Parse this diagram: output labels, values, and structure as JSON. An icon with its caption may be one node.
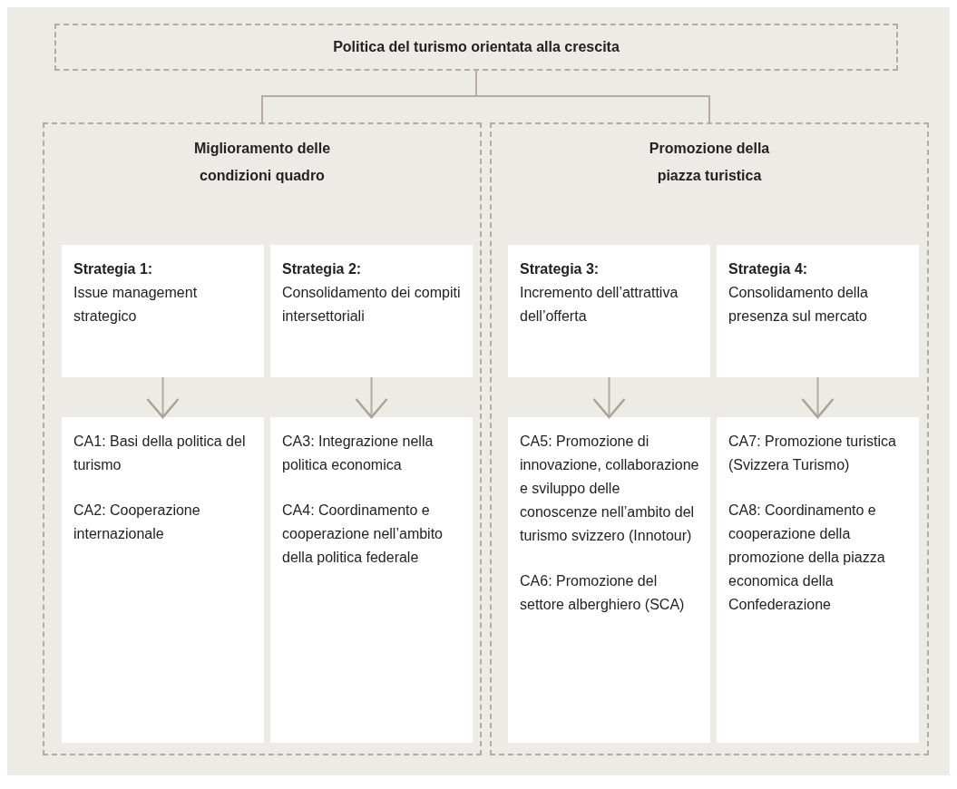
{
  "diagram": {
    "nodes": [
      {
        "text": [
          "Politica del turismo orientata alla crescita"
        ]
      },
      {
        "text": [
          "Miglioramento delle condizioni quadro"
        ]
      },
      {
        "text": [
          "Promozione della piazza turistica"
        ]
      },
      {
        "text": [
          "Strategia 1:",
          "Issue management strategico"
        ],
        "in": 1
      },
      {
        "text": [
          "CA1: Basi della politica del turismo",
          "CA2: Cooperazione internazionale"
        ],
        "in": 1
      },
      {
        "text": [
          "Strategia 2:",
          "Consolidamento dei compiti intersettoriali"
        ],
        "in": 1
      },
      {
        "text": [
          "CA3: Integrazione nella politica economica",
          "CA4: Coordinamento e cooperazione nell’ambito della politica federale"
        ],
        "in": 1
      },
      {
        "text": [
          "Strategia 3:",
          "Incremento dell’attrattiva dell’offerta"
        ],
        "in": 2
      },
      {
        "text": [
          "CA5: Promozione di innovazione, collaborazione e sviluppo delle conoscenze nell’ambito del turismo svizzero (Innotour)",
          "CA6: Promozione del settore alberghiero (SCA)"
        ],
        "in": 2
      },
      {
        "text": [
          "Strategia 4:",
          "Consolidamento della presenza sul mercato"
        ],
        "in": 2
      },
      {
        "text": [
          "CA7: Promozione turistica (Svizzera Turismo)",
          "CA8: Coordinamento e cooperazione della promozione della piazza economica della Confederazione"
        ],
        "in": 2
      }
    ],
    "edges": [
      {
        "from": 0,
        "to": 1,
        "arrow": "none"
      },
      {
        "from": 0,
        "to": 2,
        "arrow": "none"
      },
      {
        "from": 3,
        "to": 4,
        "arrow": "to"
      },
      {
        "from": 5,
        "to": 6,
        "arrow": "to"
      },
      {
        "from": 7,
        "to": 8,
        "arrow": "to"
      },
      {
        "from": 9,
        "to": 10,
        "arrow": "to"
      }
    ]
  }
}
